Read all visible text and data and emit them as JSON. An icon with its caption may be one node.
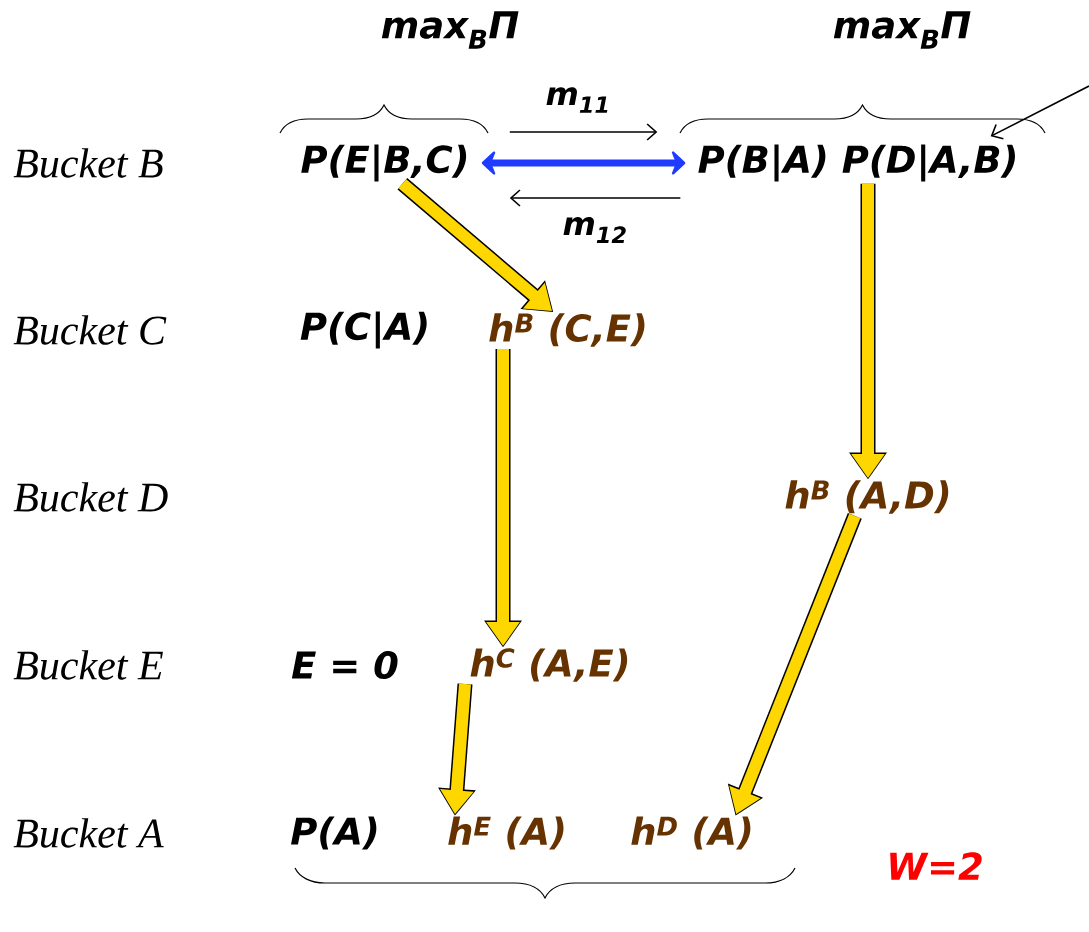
{
  "diagram": {
    "nodes": [
      {
        "text": [
          "P(E|B,C)"
        ]
      },
      {
        "text": [
          "P(B|A) P(D|A,B)"
        ]
      },
      {
        "text": [
          "h$^{B}$ (C,E)"
        ]
      },
      {
        "text": [
          "h$^{B}$ (A,D)"
        ]
      },
      {
        "text": [
          "h$^{C}$ (A,E)"
        ]
      },
      {
        "text": [
          "h$^{E}$ (A)"
        ]
      },
      {
        "text": [
          "h$^{D}$ (A)"
        ]
      }
    ],
    "edges": [
      {
        "from": 0,
        "to": 1,
        "arrow": "both",
        "color": "#1f3bff"
      },
      {
        "from": 0,
        "to": 1,
        "arrow": "to",
        "label": "m$_{11}$",
        "color": "#000000"
      },
      {
        "from": 1,
        "to": 0,
        "arrow": "to",
        "label": "m$_{12}$",
        "color": "#000000"
      },
      {
        "from": null,
        "to": 1,
        "arrow": "to",
        "color": "#000000"
      },
      {
        "from": 0,
        "to": 2,
        "arrow": "to"
      },
      {
        "from": 1,
        "to": 3,
        "arrow": "to"
      },
      {
        "from": 2,
        "to": 4,
        "arrow": "to"
      },
      {
        "from": 3,
        "to": 6,
        "arrow": "to"
      },
      {
        "from": 4,
        "to": 5,
        "arrow": "to"
      }
    ],
    "labels": [
      "max$_{B}$Π",
      "max$_{B}$Π",
      "Bucket B",
      "Bucket C",
      "P(C|A)",
      "Bucket D",
      "Bucket E",
      "E = 0",
      "Bucket A",
      "P(A)",
      "W=2"
    ]
  }
}
